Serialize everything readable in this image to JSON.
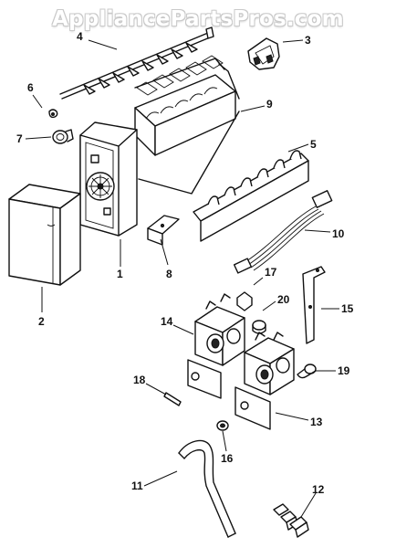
{
  "watermark": "AppliancePartsPros.com",
  "callouts": [
    {
      "number": "1",
      "part": "ice-maker-assembly"
    },
    {
      "number": "2",
      "part": "ice-maker-cover"
    },
    {
      "number": "3",
      "part": "bracket-clip"
    },
    {
      "number": "4",
      "part": "ejector-rake"
    },
    {
      "number": "5",
      "part": "stripper"
    },
    {
      "number": "6",
      "part": "retainer-clip"
    },
    {
      "number": "7",
      "part": "knob"
    },
    {
      "number": "8",
      "part": "mounting-bracket"
    },
    {
      "number": "9",
      "part": "ice-mold"
    },
    {
      "number": "10",
      "part": "wire-harness"
    },
    {
      "number": "11",
      "part": "water-tube"
    },
    {
      "number": "12",
      "part": "fitting-nuts"
    },
    {
      "number": "13",
      "part": "water-valve-rear"
    },
    {
      "number": "14",
      "part": "water-valve-front"
    },
    {
      "number": "15",
      "part": "valve-bracket"
    },
    {
      "number": "16",
      "part": "inlet-insert"
    },
    {
      "number": "17",
      "part": "insert-sleeve"
    },
    {
      "number": "18",
      "part": "pin"
    },
    {
      "number": "19",
      "part": "insert-sleeve-right"
    },
    {
      "number": "20",
      "part": "insert-sleeve-center"
    }
  ]
}
